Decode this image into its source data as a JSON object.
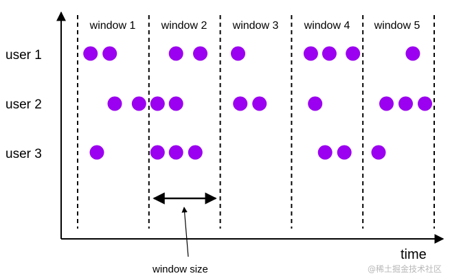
{
  "colors": {
    "event": "#9B00F0",
    "line": "#000000",
    "watermark": "#b8b8b8"
  },
  "windows": [
    {
      "label": "window 1"
    },
    {
      "label": "window 2"
    },
    {
      "label": "window 3"
    },
    {
      "label": "window 4"
    },
    {
      "label": "window 5"
    }
  ],
  "users": [
    {
      "label": "user 1",
      "events": [
        0.18,
        0.45,
        1.38,
        1.72,
        2.25,
        3.27,
        3.53,
        3.86,
        4.7
      ]
    },
    {
      "label": "user 2",
      "events": [
        0.52,
        0.86,
        1.12,
        1.38,
        2.28,
        2.55,
        3.33,
        4.33,
        4.6,
        4.87
      ]
    },
    {
      "label": "user 3",
      "events": [
        0.27,
        1.12,
        1.38,
        1.65,
        3.47,
        3.74,
        4.22
      ]
    }
  ],
  "axis": {
    "x_label": "time"
  },
  "annotation": {
    "label": "window size",
    "spans_window": 2
  },
  "watermark": {
    "text": "@稀土掘金技术社区"
  }
}
